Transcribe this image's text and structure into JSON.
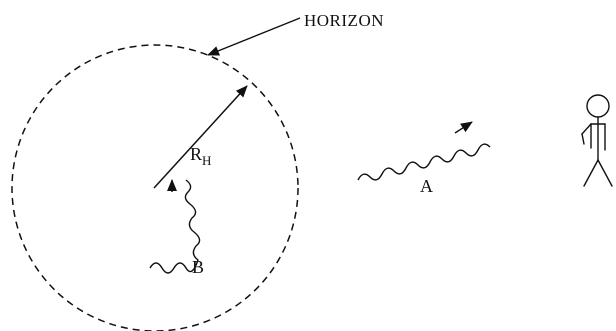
{
  "labels": {
    "horizon": "HORIZON",
    "radius_main": "R",
    "radius_sub": "H",
    "wave_a": "A",
    "wave_b": "B"
  },
  "colors": {
    "ink": "#111111",
    "background": "#ffffff"
  },
  "icons": {
    "observer": "stick-figure-icon"
  }
}
